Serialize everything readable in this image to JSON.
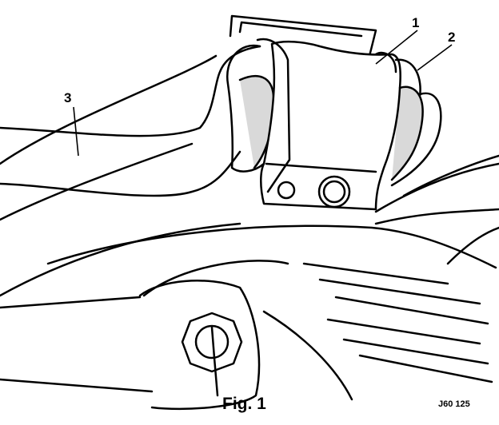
{
  "callouts": {
    "one": "1",
    "two": "2",
    "three": "3"
  },
  "caption": "Fig. 1",
  "reference_code": "J60 125"
}
